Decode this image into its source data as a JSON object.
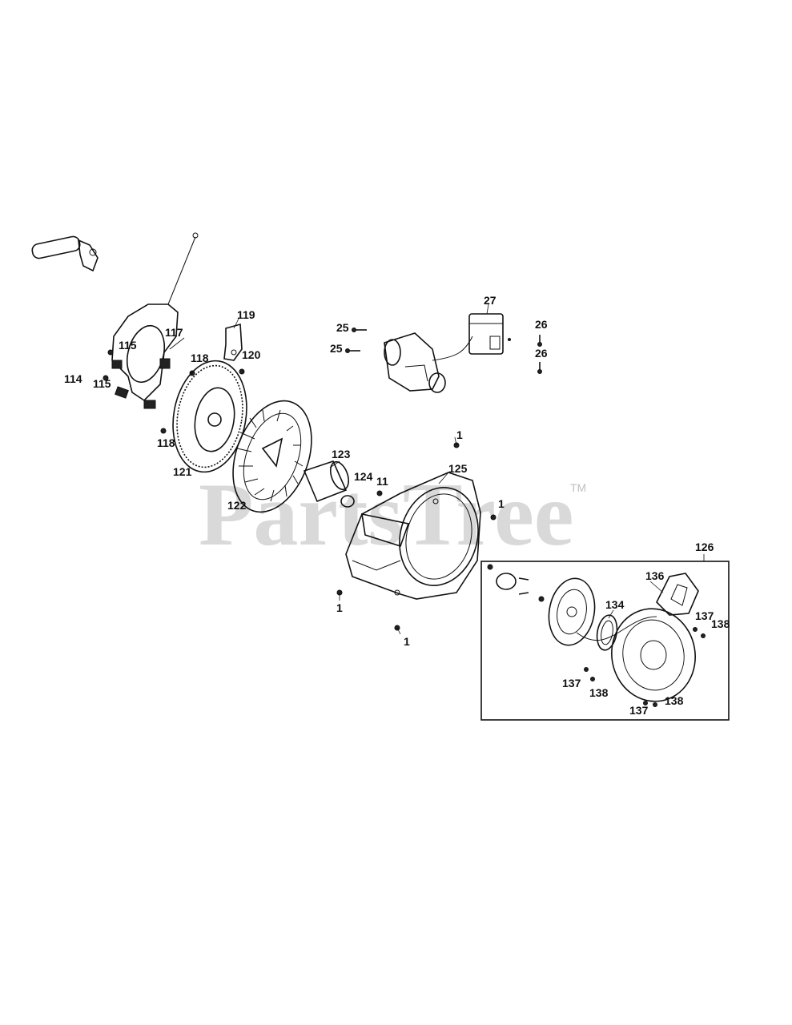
{
  "watermark": {
    "text": "PartsTree",
    "tm": "TM"
  },
  "callouts": {
    "c114": "114",
    "c115a": "115",
    "c115b": "115",
    "c117": "117",
    "c118a": "118",
    "c118b": "118",
    "c119": "119",
    "c120": "120",
    "c121": "121",
    "c122": "122",
    "c123": "123",
    "c124": "124",
    "c11": "11",
    "c125": "125",
    "c1a": "1",
    "c1b": "1",
    "c1c": "1",
    "c1d": "1",
    "c25a": "25",
    "c25b": "25",
    "c27": "27",
    "c26a": "26",
    "c26b": "26",
    "c126": "126",
    "c136": "136",
    "c134": "134",
    "c137a": "137",
    "c138a": "138",
    "c137b": "137",
    "c138b": "138",
    "c137c": "137",
    "c138c": "138"
  }
}
